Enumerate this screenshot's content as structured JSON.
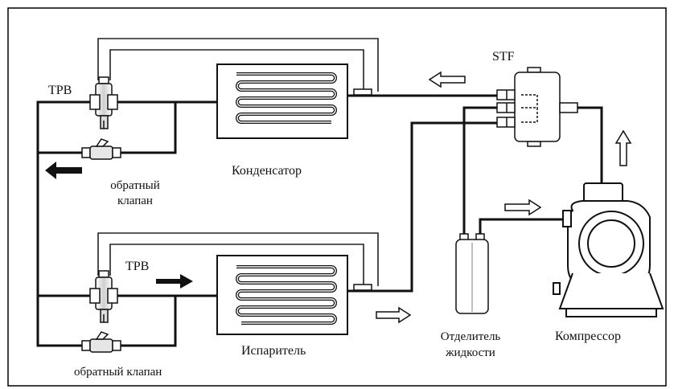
{
  "labels": {
    "trv_top": "ТРВ",
    "trv_bottom": "ТРВ",
    "stf": "STF",
    "condenser": "Конденсатор",
    "evaporator": "Испаритель",
    "check_valve_top_line1": "обратный",
    "check_valve_top_line2": "клапан",
    "check_valve_bottom": "обратный клапан",
    "separator_line1": "Отделитель",
    "separator_line2": "жидкости",
    "compressor": "Компрессор"
  },
  "colors": {
    "line": "#111111",
    "frame": "#000000",
    "background": "#ffffff",
    "component_fill": "#e6e6e6"
  },
  "icons": [
    "flow-arrow-icon",
    "check-valve-icon",
    "expansion-valve-icon",
    "four-way-valve-icon",
    "compressor-icon",
    "coil-icon"
  ]
}
